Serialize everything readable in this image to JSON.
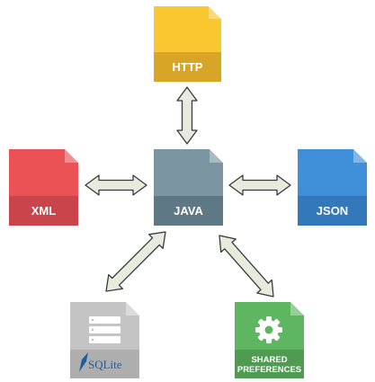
{
  "nodes": {
    "http": {
      "label": "HTTP",
      "color": "#FBC731",
      "band_color": "#D8A526"
    },
    "java": {
      "label": "JAVA",
      "color": "#7C95A3",
      "band_color": "#5E7886"
    },
    "xml": {
      "label": "XML",
      "color": "#EB5256",
      "band_color": "#C9454B"
    },
    "json": {
      "label": "JSON",
      "color": "#3F8FD9",
      "band_color": "#3378BB"
    },
    "sqlite": {
      "label": "SQLite",
      "color": "#C4C4C4",
      "band_color": "#AEAEAE",
      "logo_color": "#1F5E9E"
    },
    "shared_preferences": {
      "label_line1": "SHARED",
      "label_line2": "PREFERENCES",
      "color": "#5FB661",
      "band_color": "#4E9B51"
    }
  },
  "arrow_color": "#E6EBDD",
  "arrow_stroke": "#3A3A3A"
}
